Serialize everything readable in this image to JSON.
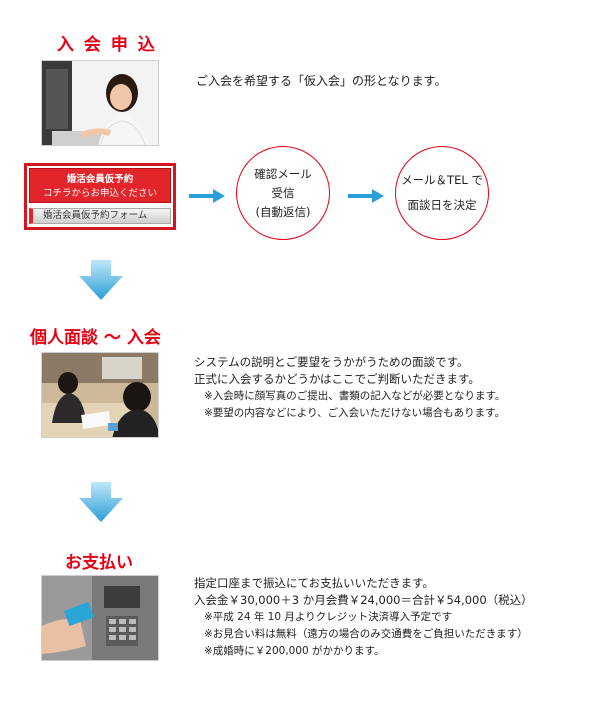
{
  "step1": {
    "title": "入 会 申 込",
    "description": "ご入会を希望する「仮入会」の形となります。",
    "banner": {
      "line1": "婚活会員仮予約",
      "line2": "コチラからお申込ください",
      "form_label": "婚活会員仮予約フォーム"
    },
    "circle1": {
      "line1": "確認メール",
      "line2": "受信",
      "line3": "(自動返信)"
    },
    "circle2": {
      "line1": "メール＆TEL で",
      "line2": "面談日を決定"
    }
  },
  "step2": {
    "title": "個人面談 ～ 入会",
    "lines": [
      "システムの説明とご要望をうかがうための面談です。",
      "正式に入会するかどうかはここでご判断いただきます。"
    ],
    "notes": [
      "※入会時に顔写真のご提出、書類の記入などが必要となります。",
      "※要望の内容などにより、ご入会いただけない場合もあります。"
    ]
  },
  "step3": {
    "title": "お支払い",
    "lines": [
      "指定口座まで振込にてお支払いいただきます。",
      "入会金￥30,000＋3 か月会費￥24,000＝合計￥54,000（税込）"
    ],
    "notes": [
      "※平成 24 年 10 月よりクレジット決済導入予定です",
      "※お見合い料は無料（遠方の場合のみ交通費をご負担いただきます）",
      "※成婚時に￥200,000 がかかります。"
    ]
  },
  "colors": {
    "accent": "#e60012",
    "arrow": "#2a9fd8",
    "arrow_light": "#a9dcf5"
  }
}
